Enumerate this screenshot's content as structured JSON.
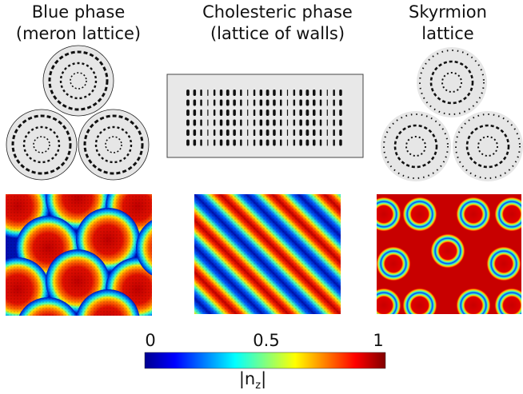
{
  "panels": [
    {
      "id": "blue",
      "title_lines": [
        "Blue phase",
        "(meron lattice)"
      ]
    },
    {
      "id": "chol",
      "title_lines": [
        "Cholesteric phase",
        "(lattice of walls)"
      ]
    },
    {
      "id": "sky",
      "title_lines": [
        "Skyrmion",
        "lattice"
      ]
    }
  ],
  "colorbar": {
    "ticks": [
      "0",
      "0.5",
      "1"
    ],
    "label": "|n",
    "label_sub": "z",
    "label_end": "|",
    "colors": [
      "#00008f",
      "#0000ff",
      "#00bfff",
      "#40ffbf",
      "#ffff00",
      "#ff8000",
      "#ff0000",
      "#800000"
    ]
  }
}
